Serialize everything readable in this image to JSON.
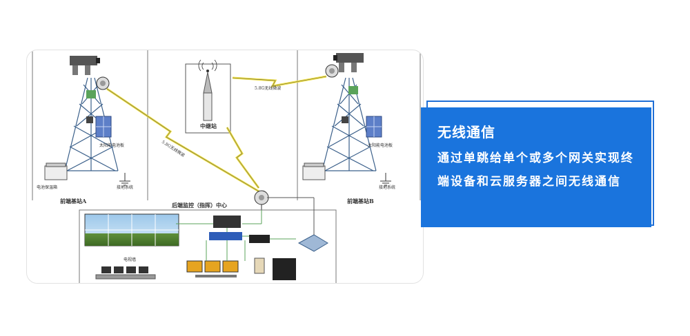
{
  "diagram": {
    "station_a": "前端基站A",
    "station_b": "前端基站B",
    "relay": "中继站",
    "center": "后端监控（指挥）中心",
    "solar_panel_a": "太阳能电池板",
    "solar_panel_b": "太阳能电池板",
    "battery_box": "电池保温箱",
    "ground_a": "接地系统",
    "ground_b": "接地系统",
    "link_relay_b": "5.8G无线微波",
    "link_a_center": "5.8G无线微波",
    "video_wall": "电视墙"
  },
  "info": {
    "title": "无线通信",
    "body": "通过单跳给单个或多个网关实现终端设备和云服务器之间无线通信",
    "color": "#1a74dd"
  }
}
